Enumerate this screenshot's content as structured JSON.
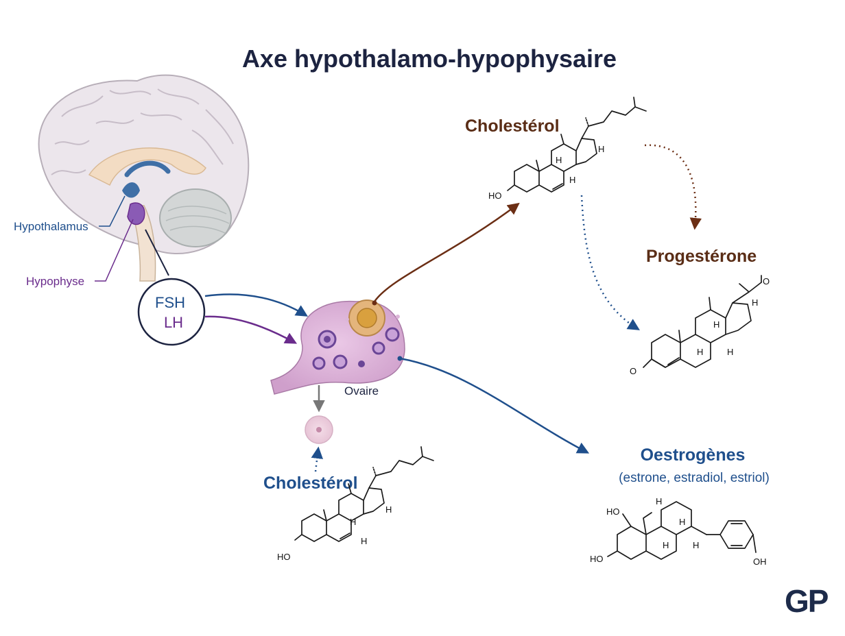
{
  "title": "Axe hypothalamo-hypophysaire",
  "brain": {
    "hypothalamus_label": "Hypothalamus",
    "hypophyse_label": "Hypophyse"
  },
  "hormones": {
    "fsh": "FSH",
    "lh": "LH"
  },
  "ovary": {
    "label": "Ovaire"
  },
  "molecules": {
    "cholesterol_top": {
      "label": "Cholestérol",
      "ho": "HO",
      "h": "H"
    },
    "progesterone": {
      "label": "Progestérone",
      "o": "O",
      "h": "H"
    },
    "cholesterol_bottom": {
      "label": "Cholestérol",
      "ho": "HO",
      "h": "H"
    },
    "oestrogenes": {
      "label": "Oestrogènes",
      "subtitle": "(estrone, estradiol, estriol)",
      "ho": "HO",
      "oh": "OH",
      "h": "H"
    }
  },
  "logo": {
    "text": "GP"
  },
  "colors": {
    "title": "#1c2340",
    "brown": "#6b2e14",
    "blue": "#1f4f8c",
    "purple": "#6a2c8c",
    "navy": "#1c2340"
  }
}
